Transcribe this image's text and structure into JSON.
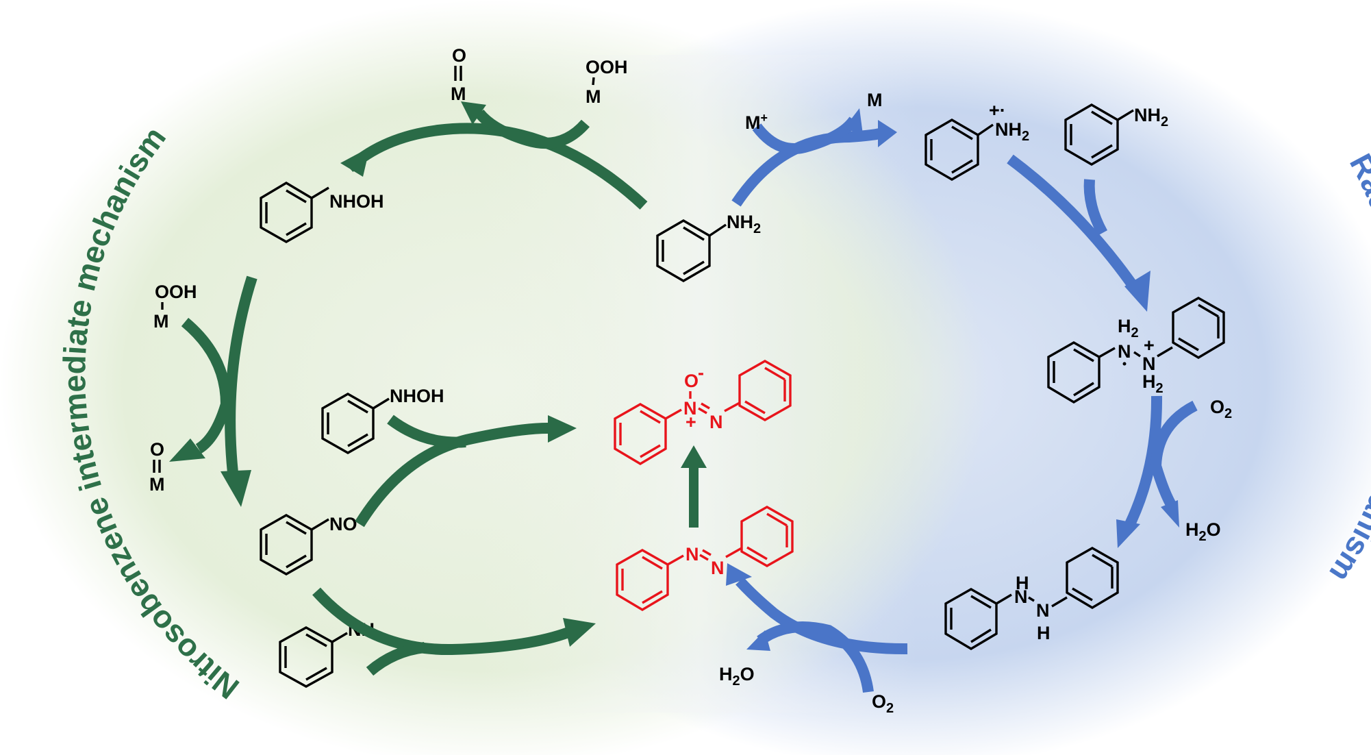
{
  "titles": {
    "left_mechanism": "Nitrosobenzene intermediate mechanism",
    "right_mechanism": "Radical coupling mechanism"
  },
  "colors": {
    "green_mechanism": "#2a6b47",
    "blue_mechanism": "#4a75c8",
    "product": "#e8141b",
    "green_bg": "#e6f0dc",
    "blue_bg": "#c6d5ee"
  },
  "green_cycle": {
    "reagent_top_in": {
      "top": "OOH",
      "bottom": "M"
    },
    "reagent_top_out": {
      "top": "O",
      "bottom": "M"
    },
    "phenylhydroxylamine_label": "NHOH",
    "reagent_left_in": {
      "top": "OOH",
      "bottom": "M"
    },
    "reagent_left_out": {
      "top": "O",
      "bottom": "M"
    },
    "nitrosobenzene_label": "NO",
    "side_phenylhydroxylamine_label": "NHOH",
    "side_aniline_label": "NH",
    "side_aniline_sub": "2"
  },
  "center": {
    "aniline_label": "NH",
    "aniline_sub": "2",
    "azoxybenzene": {
      "o_label": "O",
      "o_charge": "-",
      "n1_label": "N",
      "n1_charge": "+",
      "n2_label": "N"
    },
    "azobenzene": {
      "n1_label": "N",
      "n2_label": "N"
    }
  },
  "blue_cycle": {
    "oxidant_in": "M",
    "oxidant_in_sup": "+",
    "oxidant_out": "M",
    "radical_cation": {
      "label": "NH",
      "sub": "2",
      "charge": "+·"
    },
    "coupling_aniline": {
      "label": "NH",
      "sub": "2"
    },
    "dimer": {
      "h_top": "H",
      "h_top_sub": "2",
      "n1": "N",
      "n2": "N",
      "n2_charge": "+",
      "h_bottom": "H",
      "h_bottom_sub": "2"
    },
    "o2_in_1": {
      "label": "O",
      "sub": "2"
    },
    "h2o_out_1": {
      "label": "H",
      "sub": "2",
      "label2": "O"
    },
    "hydrazobenzene": {
      "h_top": "H",
      "n1": "N",
      "n2": "N",
      "h_bottom": "H"
    },
    "o2_in_2": {
      "label": "O",
      "sub": "2"
    },
    "h2o_out_2": {
      "label": "H",
      "sub": "2",
      "label2": "O"
    }
  }
}
